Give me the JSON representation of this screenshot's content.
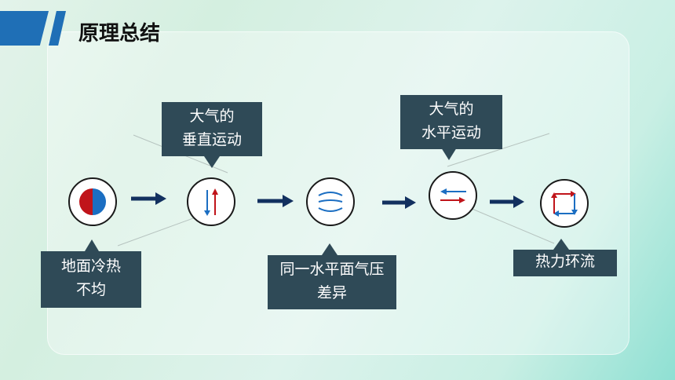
{
  "header": {
    "title": "原理总结"
  },
  "boxes": {
    "vertical": [
      "大气的",
      "垂直运动"
    ],
    "horizontal": [
      "大气的",
      "水平运动"
    ],
    "uneven": [
      "地面冷热",
      "不均"
    ],
    "pressure": [
      "同一水平面气压",
      "差异"
    ],
    "circulation": "热力环流"
  },
  "icons": [
    "half-hemisphere-icon",
    "vertical-arrows-icon",
    "isobar-icon",
    "horizontal-arrows-icon",
    "circulation-loop-icon"
  ],
  "colors": {
    "accent": "#1f6fb6",
    "box": "#2f4a57",
    "flow_arrow": "#12305f",
    "warm": "#c0141a",
    "cool": "#1b6ec2"
  }
}
